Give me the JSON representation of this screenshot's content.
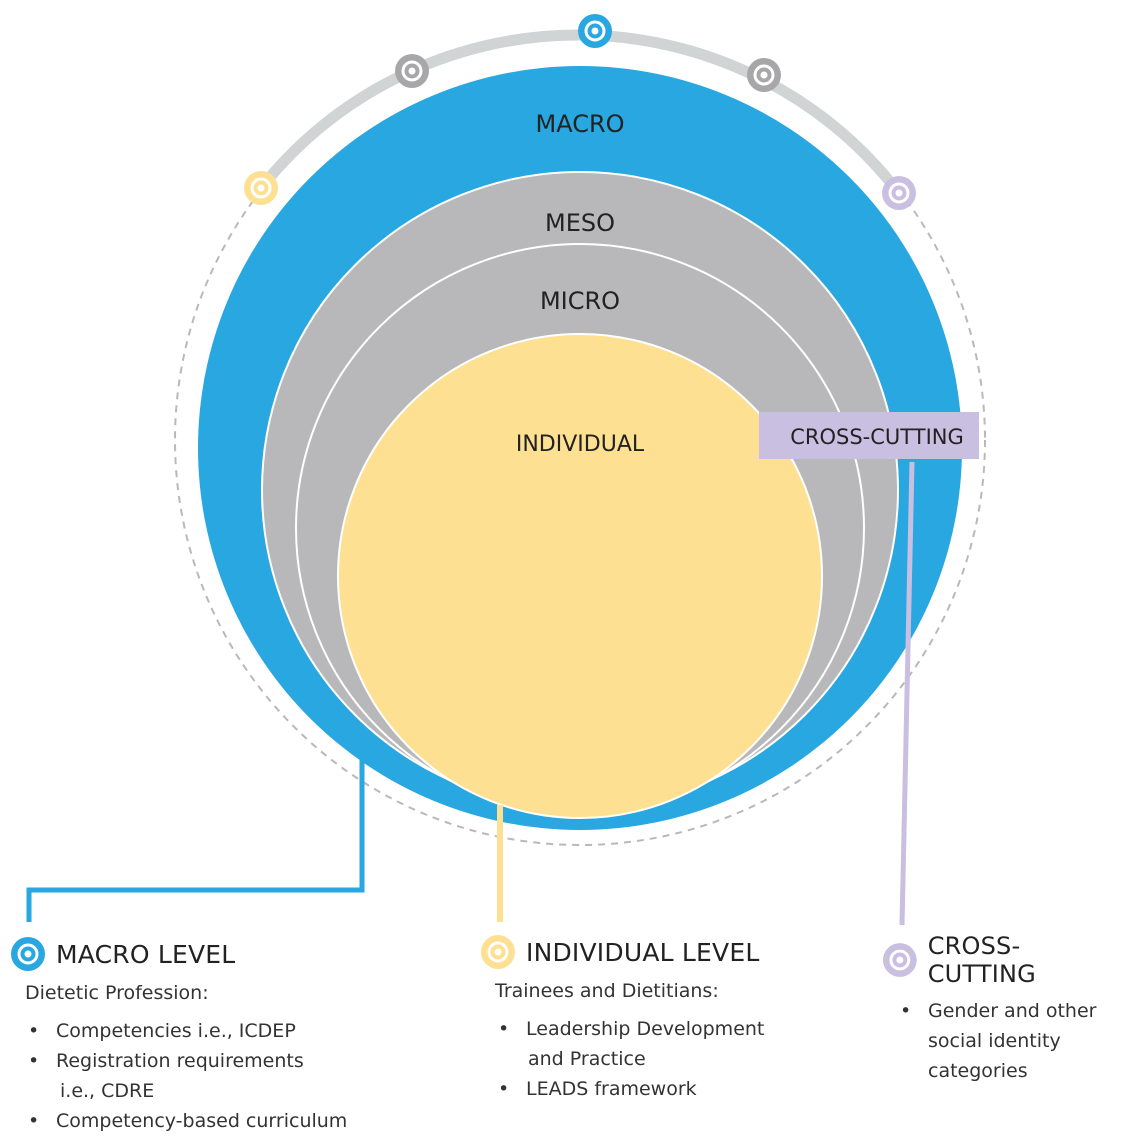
{
  "diagram": {
    "layers": [
      {
        "id": "macro",
        "label": "MACRO",
        "color": "#28a7e1"
      },
      {
        "id": "meso",
        "label": "MESO",
        "color": "#b8b8bb"
      },
      {
        "id": "micro",
        "label": "MICRO",
        "color": "#b8b8bb"
      },
      {
        "id": "individual",
        "label": "INDIVIDUAL",
        "color": "#fde092"
      }
    ],
    "cross_cutting_label": "CROSS-CUTTING",
    "colors": {
      "macro": "#28a7e1",
      "gray": "#b8b8bb",
      "individual": "#fde092",
      "cross": "#c9bfe1",
      "arc": "#d0d4d4",
      "dot_gray": "#a7a7a9"
    }
  },
  "legend": {
    "macro": {
      "title": "MACRO LEVEL",
      "subtitle": "Dietetic Profession:",
      "items": [
        "Competencies i.e., ICDEP",
        "Registration requirements",
        "i.e., CDRE",
        "Competency-based curriculum"
      ]
    },
    "individual": {
      "title": "INDIVIDUAL LEVEL",
      "subtitle": "Trainees and Dietitians:",
      "items": [
        "Leadership Development",
        "and Practice",
        "LEADS framework"
      ]
    },
    "cross": {
      "title": "CROSS-CUTTING",
      "items": [
        "Gender and other",
        "social identity",
        "categories"
      ]
    }
  }
}
